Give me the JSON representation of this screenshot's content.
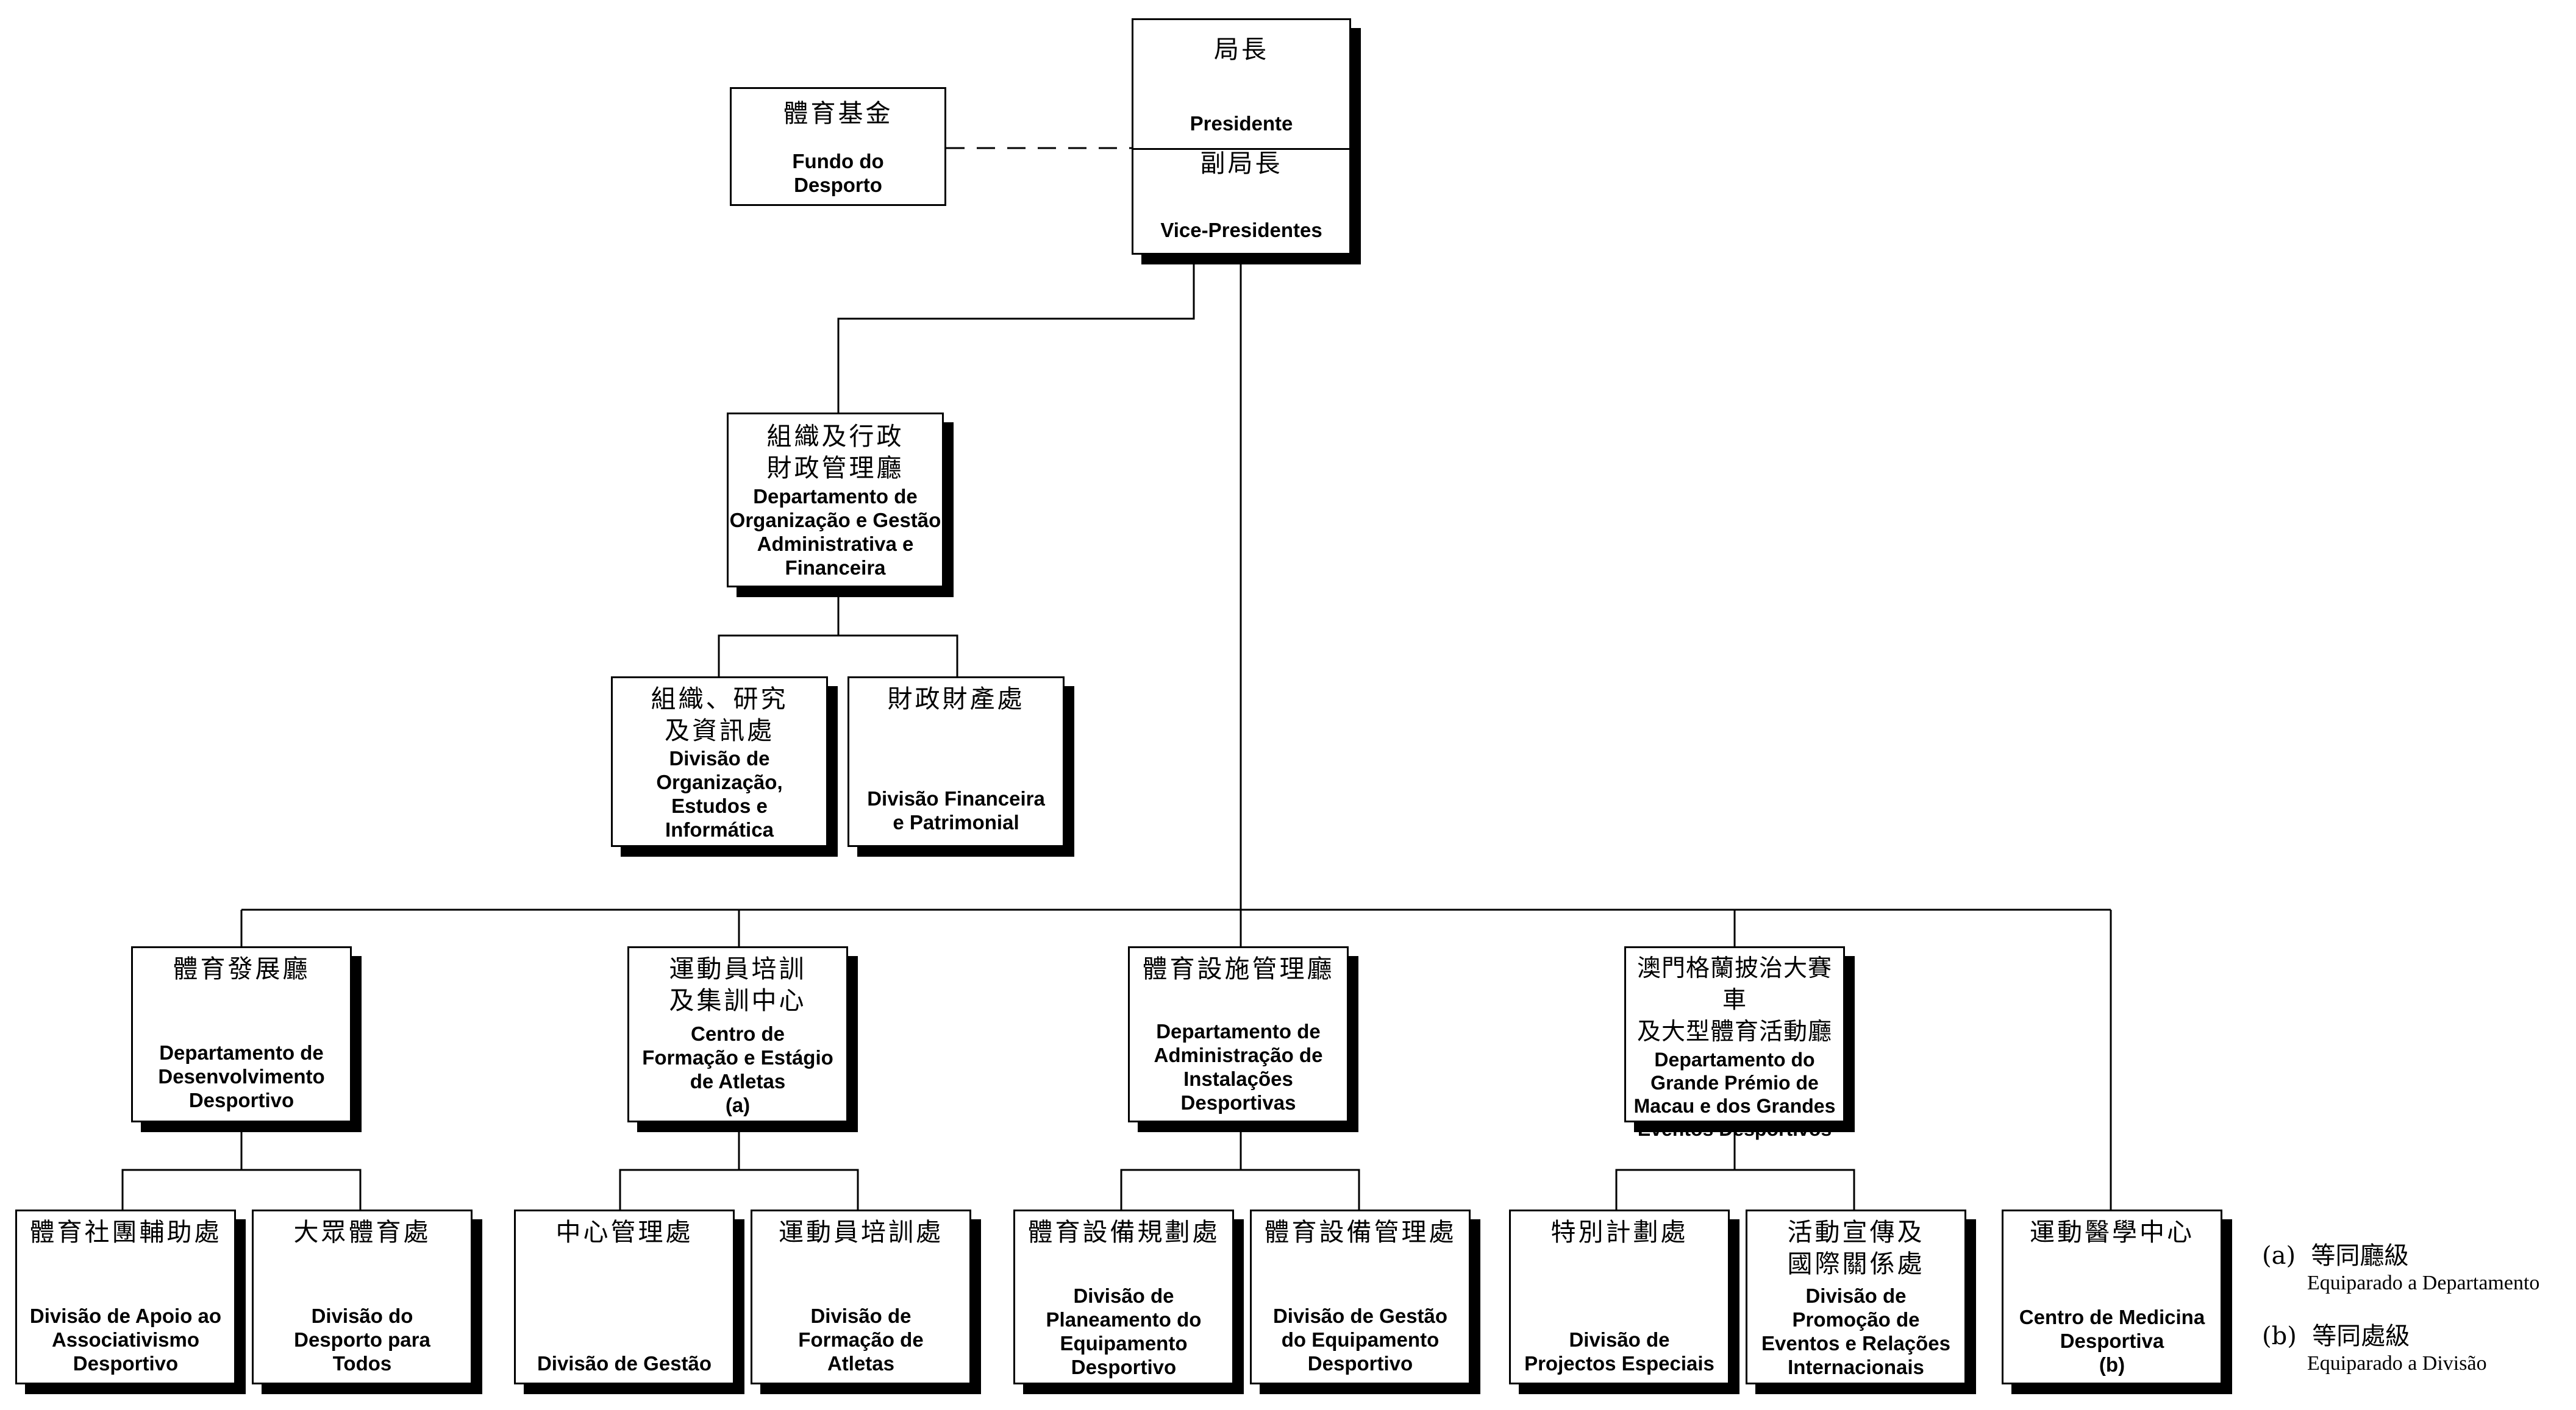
{
  "top": {
    "presidente_zh": "局長",
    "presidente_pt": "Presidente",
    "vice_zh": "副局長",
    "vice_pt": "Vice-Presidentes"
  },
  "fundo": {
    "zh": "體育基金",
    "pt": "Fundo do\nDesporto"
  },
  "dogaf": {
    "zh": "組織及行政\n財政管理廳",
    "pt": "Departamento de\nOrganização e Gestão\nAdministrativa e\nFinanceira",
    "divisions": [
      {
        "zh": "組織、研究\n及資訊處",
        "pt": "Divisão de\nOrganização,\nEstudos e\nInformática"
      },
      {
        "zh": "財政財產處",
        "pt": "Divisão Financeira\ne Patrimonial"
      }
    ]
  },
  "departments": [
    {
      "zh": "體育發展廳",
      "pt": "Departamento de\nDesenvolvimento\nDesportivo",
      "divisions": [
        {
          "zh": "體育社團輔助處",
          "pt": "Divisão de Apoio ao\nAssociativismo\nDesportivo"
        },
        {
          "zh": "大眾體育處",
          "pt": "Divisão do\nDesporto para\nTodos"
        }
      ]
    },
    {
      "zh": "運動員培訓\n及集訓中心",
      "pt": "Centro de\nFormação e Estágio\nde Atletas\n(a)",
      "divisions": [
        {
          "zh": "中心管理處",
          "pt": "Divisão de Gestão"
        },
        {
          "zh": "運動員培訓處",
          "pt": "Divisão de\nFormação de\nAtletas"
        }
      ]
    },
    {
      "zh": "體育設施管理廳",
      "pt": "Departamento de\nAdministração de\nInstalações\nDesportivas",
      "divisions": [
        {
          "zh": "體育設備規劃處",
          "pt": "Divisão de\nPlaneamento do\nEquipamento\nDesportivo"
        },
        {
          "zh": "體育設備管理處",
          "pt": "Divisão de Gestão\ndo Equipamento\nDesportivo"
        }
      ]
    },
    {
      "zh": "澳門格蘭披治大賽車\n及大型體育活動廳",
      "pt": "Departamento do\nGrande Prémio de\nMacau e dos Grandes\nEventos Desportivos",
      "divisions": [
        {
          "zh": "特別計劃處",
          "pt": "Divisão de\nProjectos Especiais"
        },
        {
          "zh": "活動宣傳及\n國際關係處",
          "pt": "Divisão de\nPromoção de\nEventos e Relações\nInternacionais"
        }
      ]
    }
  ],
  "medicina": {
    "zh": "運動醫學中心",
    "pt": "Centro de Medicina\nDesportiva\n(b)"
  },
  "legend": [
    {
      "zh": "(a)  等同廳級",
      "pt": "Equiparado a Departamento"
    },
    {
      "zh": "(b)  等同處級",
      "pt": "Equiparado a Divisão"
    }
  ]
}
